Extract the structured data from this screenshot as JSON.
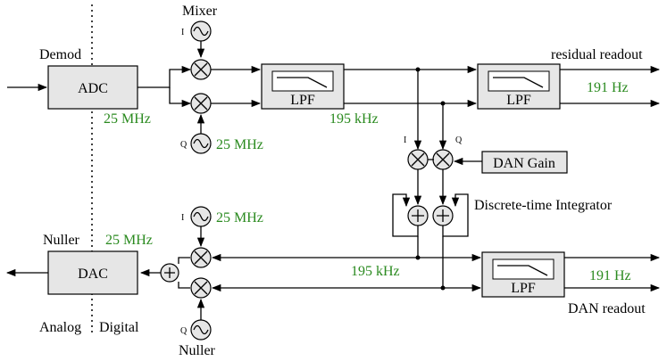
{
  "labels": {
    "demod": "Demod",
    "mixer": "Mixer",
    "adc": "ADC",
    "adc_freq": "25 MHz",
    "osc_top_freq": "25 MHz",
    "lpf": "LPF",
    "freq_195_top": "195 kHz",
    "residual_readout": "residual readout",
    "freq_191_top": "191 Hz",
    "i": "I",
    "q": "Q",
    "dan_gain": "DAN Gain",
    "integrator": "Discrete-time Integrator",
    "nuller_osc_freq": "25 MHz",
    "nuller_left": "Nuller",
    "dac_freq": "25 MHz",
    "dac": "DAC",
    "freq_195_bottom": "195 kHz",
    "freq_191_bottom": "191 Hz",
    "dan_readout": "DAN readout",
    "analog": "Analog",
    "digital": "Digital",
    "nuller_bottom": "Nuller"
  },
  "colors": {
    "highlight": "#2a8a1f",
    "block_fill": "#e6e6e6"
  }
}
